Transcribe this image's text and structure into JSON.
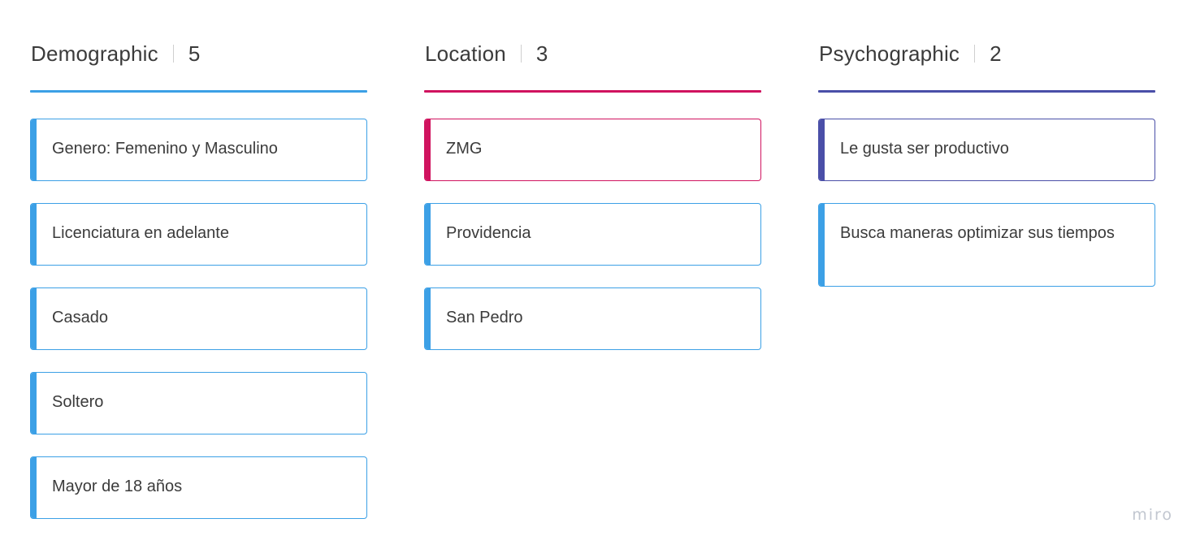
{
  "columns": [
    {
      "title": "Demographic",
      "count": "5",
      "accent": "#3ca0e6",
      "cards": [
        {
          "text": "Genero: Femenino y Masculino",
          "color": "#3ca0e6"
        },
        {
          "text": "Licenciatura en adelante",
          "color": "#3ca0e6"
        },
        {
          "text": "Casado",
          "color": "#3ca0e6"
        },
        {
          "text": "Soltero",
          "color": "#3ca0e6"
        },
        {
          "text": "Mayor de 18 años",
          "color": "#3ca0e6"
        }
      ]
    },
    {
      "title": "Location",
      "count": "3",
      "accent": "#d0135f",
      "cards": [
        {
          "text": "ZMG",
          "color": "#d0135f"
        },
        {
          "text": "Providencia",
          "color": "#3ca0e6"
        },
        {
          "text": "San Pedro",
          "color": "#3ca0e6"
        }
      ]
    },
    {
      "title": "Psychographic",
      "count": "2",
      "accent": "#4a4fa8",
      "cards": [
        {
          "text": "Le gusta ser productivo",
          "color": "#4a4fa8"
        },
        {
          "text": "Busca maneras optimizar sus tiempos",
          "color": "#3ca0e6"
        }
      ]
    }
  ],
  "watermark": "miro"
}
